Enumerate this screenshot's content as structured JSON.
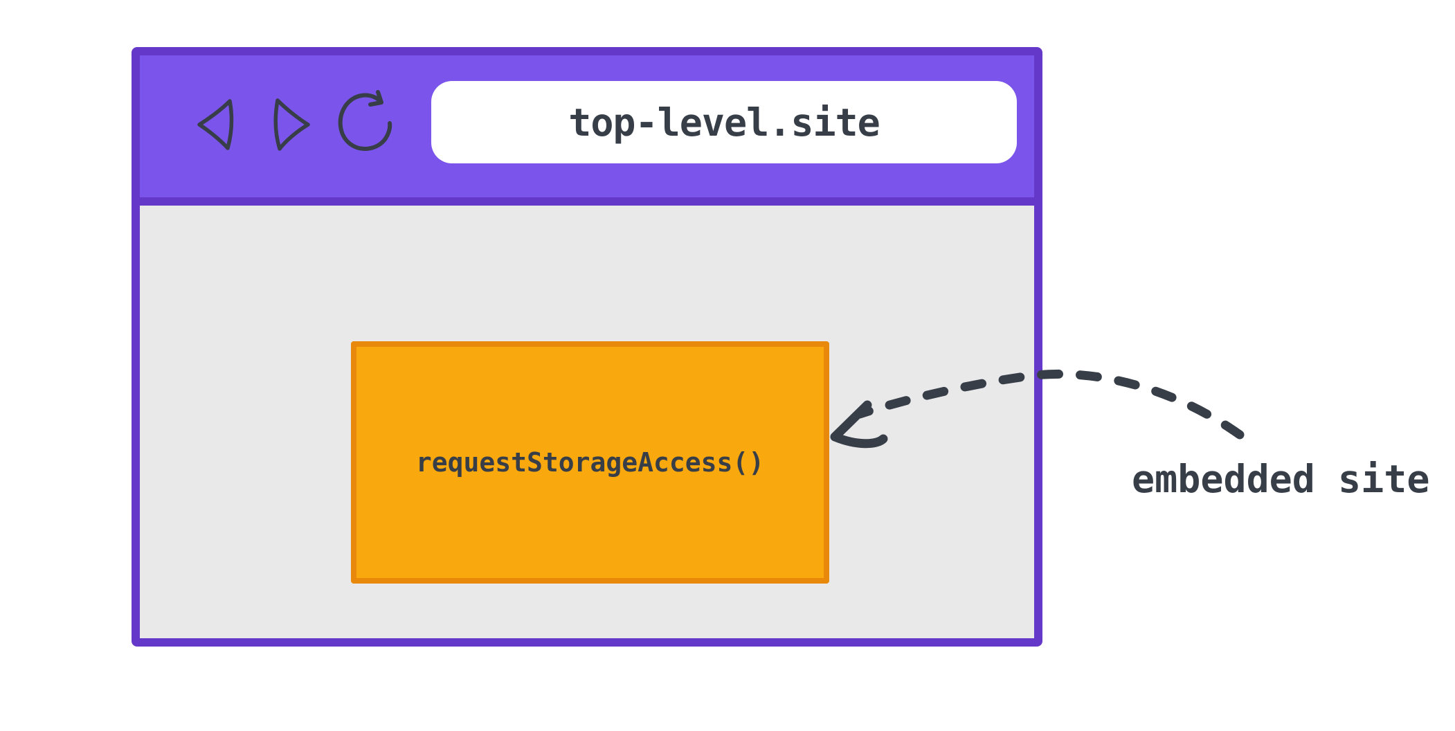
{
  "diagram": {
    "browser": {
      "url": "top-level.site",
      "controls": {
        "back_label": "back",
        "forward_label": "forward",
        "reload_label": "reload"
      }
    },
    "embed": {
      "api_call": "requestStorageAccess()"
    },
    "callout": {
      "label": "embedded site"
    }
  },
  "colors": {
    "toolbar_purple": "#7B55EB",
    "window_border_purple": "#6438C8",
    "content_gray": "#E9E9EA",
    "embed_orange": "#F9A80D",
    "embed_border_orange": "#E8890B",
    "ink": "#373E48",
    "address_bar_white": "#FFFFFF"
  }
}
